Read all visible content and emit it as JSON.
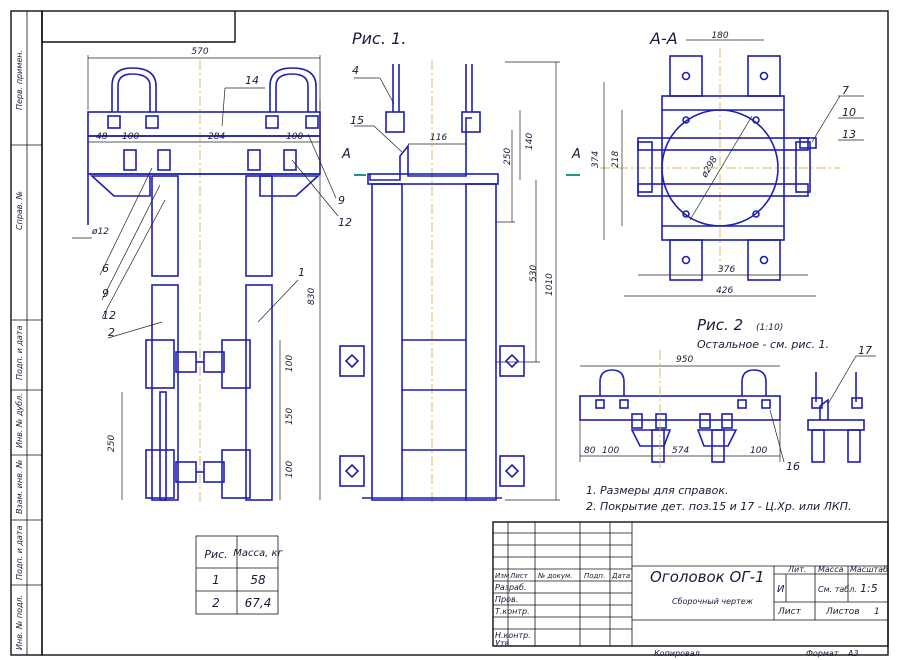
{
  "fig1_title": "Рис. 1.",
  "fig2_title": "Рис. 2",
  "fig2_scale": "(1:10)",
  "fig2_subtitle": "Остальное - см. рис. 1.",
  "section_title": "А-А",
  "section_mark": "А",
  "side_labels": [
    "Перв. примен.",
    "Справ. №",
    "Подп. и дата",
    "Инв. № дубл.",
    "Взам. инв. №",
    "Подп. и дата",
    "Инв. № подл."
  ],
  "dims_front": {
    "overall": "570",
    "d48": "48",
    "d100a": "100",
    "d284": "284",
    "d100b": "100",
    "rod": "ø12",
    "h830": "830",
    "h100a": "100",
    "h150": "150",
    "h100b": "100",
    "h250": "250"
  },
  "dims_side": {
    "d116": "116",
    "h140": "140",
    "h250": "250",
    "h530": "530",
    "h1010": "1010"
  },
  "dims_section": {
    "top": "180",
    "h374": "374",
    "h218": "218",
    "d298": "ø298",
    "w376": "376",
    "w426": "426"
  },
  "dims_fig2": {
    "overall": "950",
    "d80": "80",
    "d100a": "100",
    "d574": "574",
    "d100b": "100"
  },
  "callouts": {
    "c14": "14",
    "c4": "4",
    "c15": "15",
    "c9": "9",
    "c12a": "12",
    "c6": "6",
    "c9b": "9",
    "c12b": "12",
    "c1": "1",
    "c2": "2",
    "c7": "7",
    "c10": "10",
    "c13": "13",
    "c16": "16",
    "c17": "17"
  },
  "notes": [
    "1. Размеры для справок.",
    "2. Покрытие дет. поз.15 и 17 - Ц.Хр. или ЛКП."
  ],
  "mass_table": {
    "headers": [
      "Рис.",
      "Масса, кг"
    ],
    "rows": [
      [
        "1",
        "58"
      ],
      [
        "2",
        "67,4"
      ]
    ]
  },
  "title_block": {
    "name": "Оголовок ОГ-1",
    "doc_type": "Сборочный чертеж",
    "col_headers": [
      "Изм",
      "Лист",
      "№ докум.",
      "Подп.",
      "Дата"
    ],
    "row_labels": [
      "Разраб.",
      "Пров.",
      "Т.контр.",
      "Н.контр.",
      "Утв."
    ],
    "lit_label": "Лит.",
    "lit_value": "И",
    "mass_label": "Масса",
    "mass_value": "См. табл.",
    "scale_label": "Масштаб",
    "scale_value": "1:5",
    "sheet_label": "Лист",
    "sheets_label": "Листов",
    "sheets_value": "1"
  },
  "footer": {
    "copied": "Копировал",
    "format_label": "Формат",
    "format_value": "А3"
  }
}
